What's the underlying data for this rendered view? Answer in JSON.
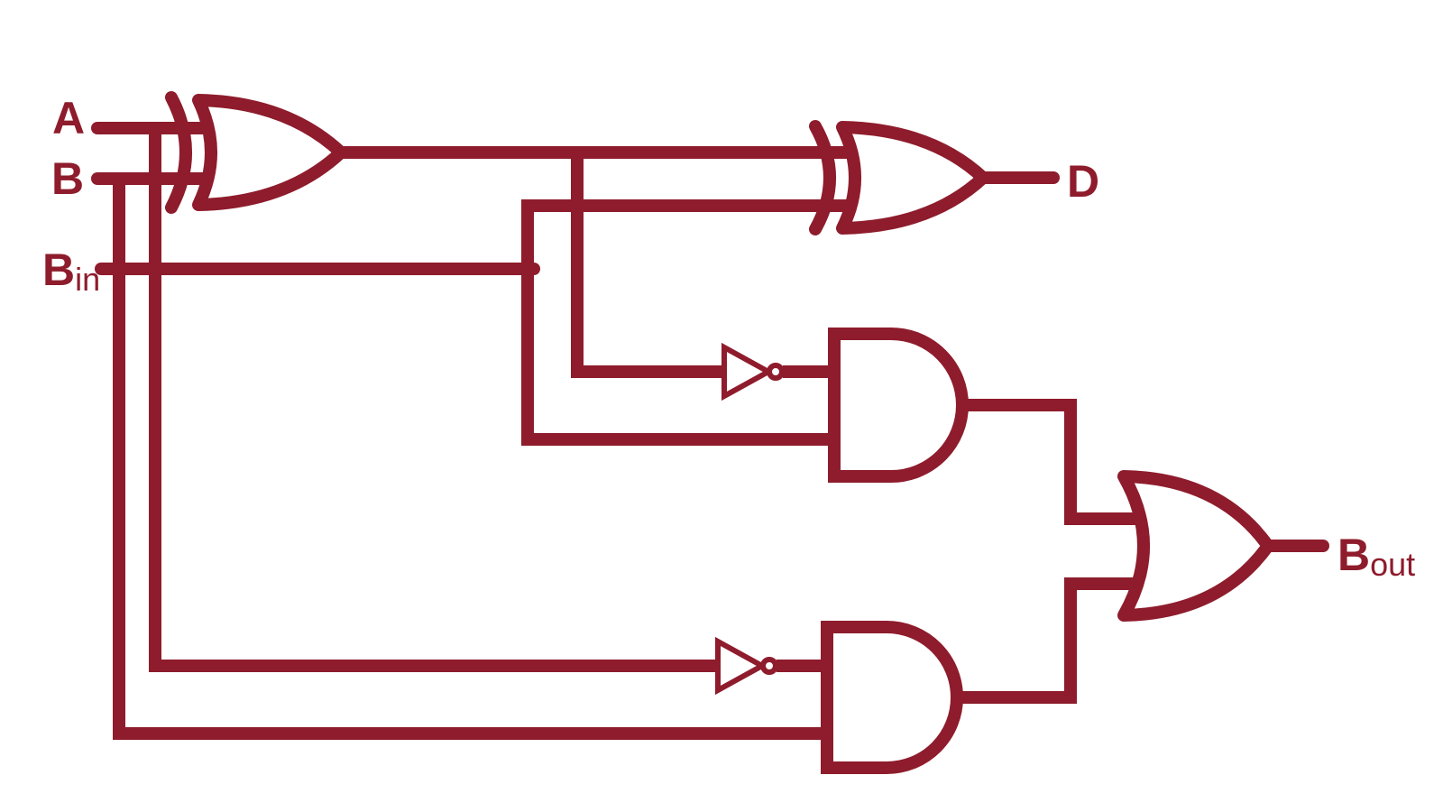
{
  "diagram": {
    "type": "logic-circuit",
    "description": "Full subtractor gate-level schematic",
    "stroke_color": "#8E1C2C",
    "background_color": "#FFFFFF",
    "labels": {
      "a": "A",
      "b": "B",
      "bin_base": "B",
      "bin_sub": "in",
      "d": "D",
      "bout_base": "B",
      "bout_sub": "out"
    },
    "gates": [
      {
        "id": "xor1",
        "type": "XOR",
        "inputs": [
          "A",
          "B"
        ],
        "feeds": [
          "xor2",
          "not1"
        ]
      },
      {
        "id": "xor2",
        "type": "XOR",
        "inputs": [
          "xor1",
          "Bin"
        ],
        "output": "D"
      },
      {
        "id": "not1",
        "type": "NOT",
        "inputs": [
          "xor1"
        ],
        "feeds": [
          "and1"
        ]
      },
      {
        "id": "and1",
        "type": "AND",
        "inputs": [
          "not1",
          "Bin"
        ],
        "feeds": [
          "or1"
        ]
      },
      {
        "id": "not2",
        "type": "NOT",
        "inputs": [
          "A"
        ],
        "feeds": [
          "and2"
        ]
      },
      {
        "id": "and2",
        "type": "AND",
        "inputs": [
          "not2",
          "B"
        ],
        "feeds": [
          "or1"
        ]
      },
      {
        "id": "or1",
        "type": "OR",
        "inputs": [
          "and1",
          "and2"
        ],
        "output": "Bout"
      }
    ]
  }
}
